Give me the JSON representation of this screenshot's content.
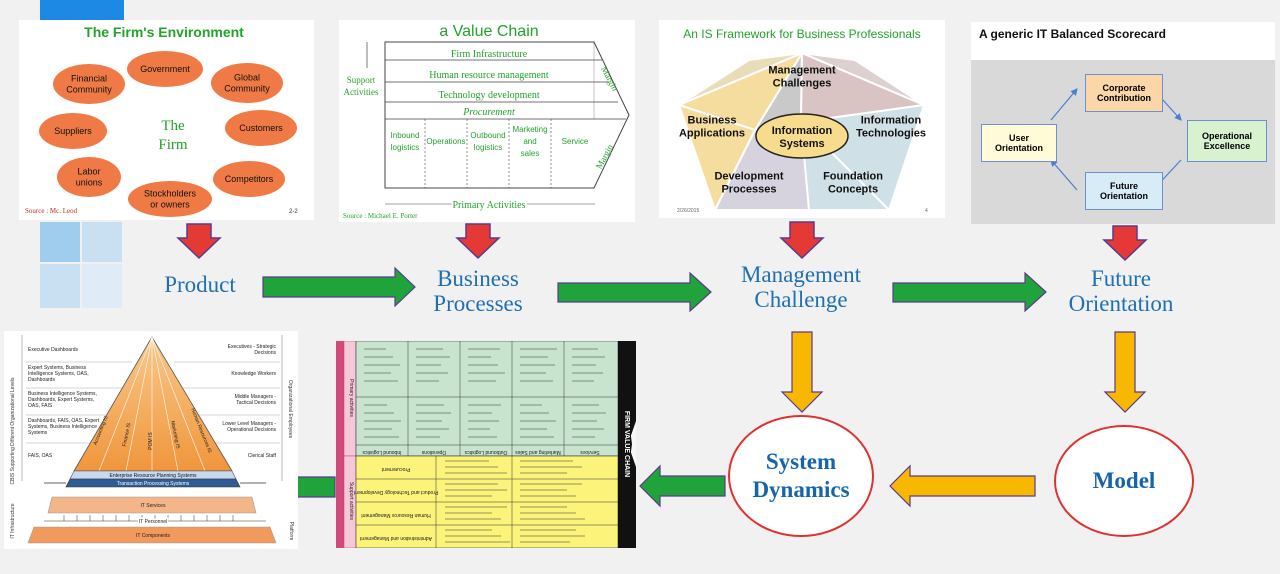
{
  "firm_env": {
    "title": "The Firm's Environment",
    "center": [
      "The",
      "Firm"
    ],
    "nodes": [
      [
        "Financial",
        "Community"
      ],
      [
        "Government"
      ],
      [
        "Global",
        "Community"
      ],
      [
        "Suppliers"
      ],
      [
        "Customers"
      ],
      [
        "Labor",
        "unions"
      ],
      [
        "Competitors"
      ],
      [
        "Stockholders",
        "or owners"
      ]
    ],
    "source": "Source : Mc. Leod",
    "page": "2-2"
  },
  "value_chain": {
    "title": "a Value Chain",
    "support_label": [
      "Support",
      "Activities"
    ],
    "support_rows": [
      "Firm Infrastructure",
      "Human resource management",
      "Technology development",
      "Procurement"
    ],
    "primary_cols": [
      [
        "Inbound",
        "logistics"
      ],
      [
        "Operations"
      ],
      [
        "Outbound",
        "logistics"
      ],
      [
        "Marketing",
        "and",
        "sales"
      ],
      [
        "Service"
      ]
    ],
    "margin": "Margin",
    "primary_label": "Primary Activities",
    "source": "Source : Michael E. Porter"
  },
  "is_framework": {
    "title": "An IS Framework for Business Professionals",
    "center": [
      "Information",
      "Systems"
    ],
    "segments": [
      [
        "Management",
        "Challenges"
      ],
      [
        "Business",
        "Applications"
      ],
      [
        "Information",
        "Technologies"
      ],
      [
        "Development",
        "Processes"
      ],
      [
        "Foundation",
        "Concepts"
      ]
    ],
    "footer_left": "2/26/2015",
    "footer_right": "4"
  },
  "scorecard": {
    "title": "A generic IT Balanced Scorecard",
    "boxes": [
      [
        "Corporate",
        "Contribution"
      ],
      [
        "User",
        "Orientation"
      ],
      [
        "Operational",
        "Excellence"
      ],
      [
        "Future",
        "Orientation"
      ]
    ]
  },
  "flow": {
    "product": "Product",
    "business_processes": [
      "Business",
      "Processes"
    ],
    "management_challenge": [
      "Management",
      "Challenge"
    ],
    "future_orientation": [
      "Future",
      "Orientation"
    ],
    "system_dynamics": [
      "System",
      "Dynamics"
    ],
    "model": "Model"
  },
  "pyramid": {
    "left_axis": "CBIS Supporting Different Organizational Levels",
    "right_axis": "Organizational Employees",
    "left_items": [
      "Executive Dashboards",
      "Expert Systems, Business Intelligence Systems, OAS, Dashboards",
      "Business Intelligence Systems, Dashboards, Expert Systems, OAS, FAIS",
      "Dashboards, FAIS, OAS, Expert Systems, Business Intelligence Systems",
      "FAIS, OAS"
    ],
    "right_items": [
      "Executives - Strategic Decisions",
      "Knowledge Workers",
      "Middle Managers - Tactical Decisions",
      "Lower Level Managers - Operational Decisions",
      "Clerical Staff"
    ],
    "slices": [
      "Accounting IS",
      "Finance IS",
      "POM IS",
      "Marketing IS",
      "Human Resources IS"
    ],
    "erp": "Enterprise Resource Planning Systems",
    "tps": "Transaction Processing Systems",
    "it_services": "IT Services",
    "it_personnel": "IT Personnel",
    "it_components": "IT Components",
    "it_infra": "IT Infrastructure",
    "platform": "Platform"
  },
  "firm_value_chain": {
    "arrow_label": "FIRM VALUE CHAIN",
    "primary_label": "Primary activities",
    "support_label": "Support activities",
    "primary_headers": [
      "Inbound Logistics",
      "Operations",
      "Outbound Logistics",
      "Marketing and Sales",
      "Services"
    ],
    "support_rows": [
      "Administration and Management",
      "Human Resource Management",
      "Product and Technology Development",
      "Procurement"
    ]
  }
}
